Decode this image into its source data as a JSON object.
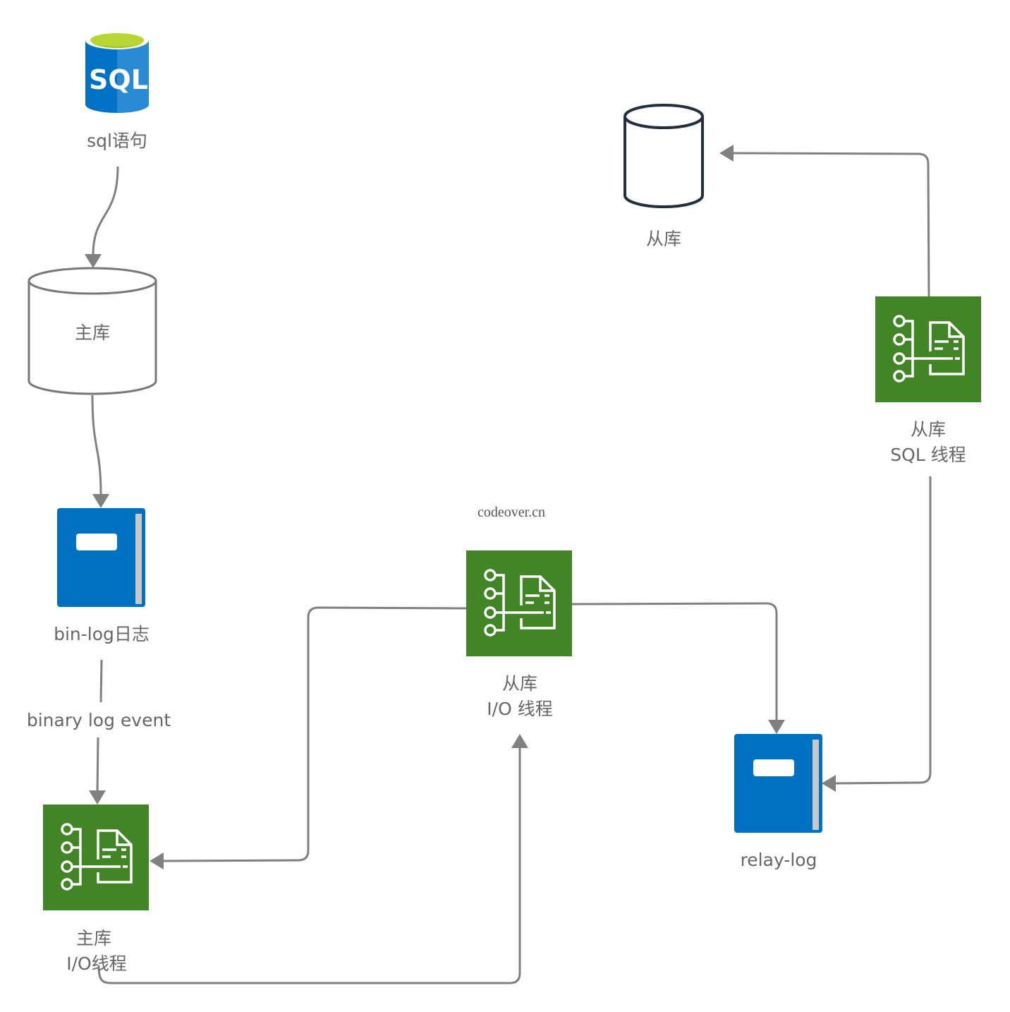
{
  "nodes": {
    "sql": {
      "icon": "sql-database-icon",
      "label": "sql语句",
      "icon_text": "SQL"
    },
    "master_db": {
      "icon": "database-cylinder-icon",
      "label": "主库"
    },
    "binlog": {
      "icon": "book-icon",
      "label": "bin-log日志"
    },
    "binlog_edge": {
      "label": "binary log event"
    },
    "master_io": {
      "icon": "thread-process-icon",
      "label_line1": "主库",
      "label_line2": "I/O线程"
    },
    "slave_io": {
      "icon": "thread-process-icon",
      "label_line1": "从库",
      "label_line2": "I/O 线程"
    },
    "relay": {
      "icon": "book-icon",
      "label": "relay-log"
    },
    "slave_sql": {
      "icon": "thread-process-icon",
      "label_line1": "从库",
      "label_line2": "SQL 线程"
    },
    "slave_db": {
      "icon": "database-cylinder-icon",
      "label": "从库"
    }
  },
  "watermark": "codeover.cn",
  "colors": {
    "green": "#418526",
    "blue": "#0070c0",
    "connector": "#808080",
    "slave_db_stroke": "#232f3e",
    "sql_blue": "#0072c6",
    "sql_lime": "#b8d432"
  }
}
